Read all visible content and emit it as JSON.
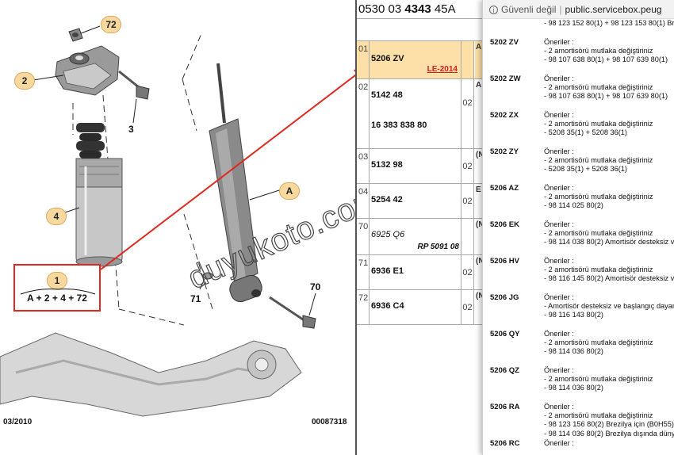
{
  "diagram": {
    "callouts": [
      "72",
      "2",
      "4",
      "A"
    ],
    "plain_labels": [
      "3",
      "71",
      "70"
    ],
    "formula_num": "1",
    "formula_text": "A + 2 + 4 + 72",
    "date": "03/2010",
    "ref": "00087318",
    "watermark": "duyukoto.com",
    "accent_color": "#e0281e"
  },
  "parts": {
    "header_prefix": "0530 03 ",
    "header_bold": "4343",
    "header_suffix": " 45A",
    "rows": [
      {
        "idx": "01",
        "ref": "5206 ZV",
        "badge": "LE-2014",
        "qty": "",
        "x": "A"
      },
      {
        "idx": "02",
        "ref": "5142 48",
        "ref2": "16 383 838 80",
        "qty": "02",
        "x": "A"
      },
      {
        "idx": "03",
        "ref": "5132 98",
        "qty": "02",
        "x": "(N"
      },
      {
        "idx": "04",
        "ref": "5254 42",
        "qty": "02",
        "x": "E"
      },
      {
        "idx": "70",
        "ref": "6925 Q6",
        "rp": "RP 5091 08",
        "qty": "",
        "x": "(N"
      },
      {
        "idx": "71",
        "ref": "6936 E1",
        "qty": "02",
        "x": "(N"
      },
      {
        "idx": "72",
        "ref": "6936 C4",
        "qty": "02",
        "x": "(N"
      }
    ]
  },
  "browser": {
    "security": "Güvenli değil",
    "url": "public.servicebox.peug",
    "prev_line": "- 98 123 152 80(1) + 98 123 153 80(1) Br",
    "entries": [
      {
        "code": "5202 ZV",
        "lines": [
          "Öneriler :",
          "- 2 amortisörü mutlaka değiştiriniz",
          "- 98 107 638 80(1) + 98 107 639 80(1)"
        ]
      },
      {
        "code": "5202 ZW",
        "lines": [
          "Öneriler :",
          "- 2 amortisörü mutlaka değiştiriniz",
          "- 98 107 638 80(1) + 98 107 639 80(1)"
        ]
      },
      {
        "code": "5202 ZX",
        "lines": [
          "Öneriler :",
          "- 2 amortisörü mutlaka değiştiriniz",
          "- 5208 35(1) + 5208 36(1)"
        ]
      },
      {
        "code": "5202 ZY",
        "lines": [
          "Öneriler :",
          "- 2 amortisörü mutlaka değiştiriniz",
          "- 5208 35(1) + 5208 36(1)"
        ]
      },
      {
        "code": "5206 AZ",
        "lines": [
          "Öneriler :",
          "- 2 amortisörü mutlaka değiştiriniz",
          "- 98 114 025 80(2)"
        ]
      },
      {
        "code": "5206 EK",
        "lines": [
          "Öneriler :",
          "- 2 amortisörü mutlaka değiştiriniz",
          "- 98 114 038 80(2) Amortisör desteksiz ve"
        ]
      },
      {
        "code": "5206 HV",
        "lines": [
          "Öneriler :",
          "- 2 amortisörü mutlaka değiştiriniz",
          "- 98 116 145 80(2) Amortisör desteksiz ve"
        ]
      },
      {
        "code": "5206 JG",
        "lines": [
          "Öneriler :",
          "- Amortisör desteksiz ve başlangıç dayan",
          "- 98 116 143 80(2)"
        ]
      },
      {
        "code": "5206 QY",
        "lines": [
          "Öneriler :",
          "- 2 amortisörü mutlaka değiştiriniz",
          "- 98 114 036 80(2)"
        ]
      },
      {
        "code": "5206 QZ",
        "lines": [
          "Öneriler :",
          "- 2 amortisörü mutlaka değiştiriniz",
          "- 98 114 036 80(2)"
        ]
      },
      {
        "code": "5206 RA",
        "lines": [
          "Öneriler :",
          "- 2 amortisörü mutlaka değiştiriniz",
          "- 98 123 156 80(2) Brezilya için (B0H55)",
          "- 98 114 036 80(2) Brezilya dışında dünya"
        ]
      },
      {
        "code": "5206 RC",
        "lines": [
          "Öneriler :"
        ]
      }
    ]
  }
}
